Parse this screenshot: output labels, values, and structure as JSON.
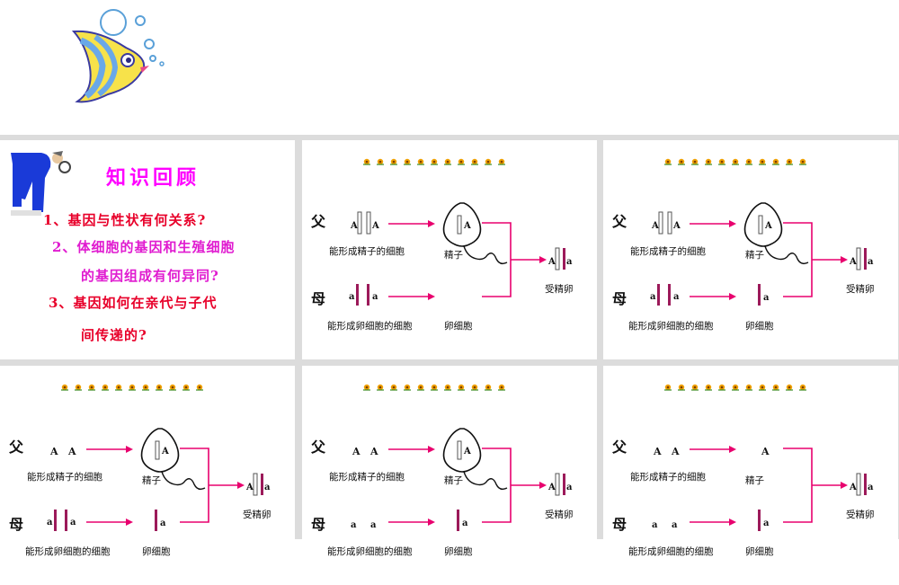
{
  "intro": {
    "title": "知识回顾",
    "questions": [
      {
        "num": "1、",
        "text": "基因与性状有何关系?"
      },
      {
        "num": "2、",
        "text": "体细胞的基因和生殖细胞"
      },
      {
        "num": "",
        "text": "的基因组成有何异同?"
      },
      {
        "num": "3、",
        "text": "基因如何在亲代与子代"
      },
      {
        "num": "",
        "text": "间传递的?"
      }
    ]
  },
  "labels": {
    "father": "父",
    "mother": "母",
    "sperm_parent_cell": "能形成精子的细胞",
    "egg_parent_cell": "能形成卵细胞的细胞",
    "sperm": "精子",
    "egg": "卵细胞",
    "zygote": "受精卵",
    "gene_A": "A",
    "gene_a": "a"
  },
  "colors": {
    "arrow": "#e8006e",
    "chromosome_mother": "#9c1a5a",
    "title_magenta": "#ff00ff",
    "question_red": "#e8002a",
    "question_pink": "#e01cd0",
    "flower": "#f0a000"
  },
  "decor": {
    "flowers_per_row": 11
  }
}
